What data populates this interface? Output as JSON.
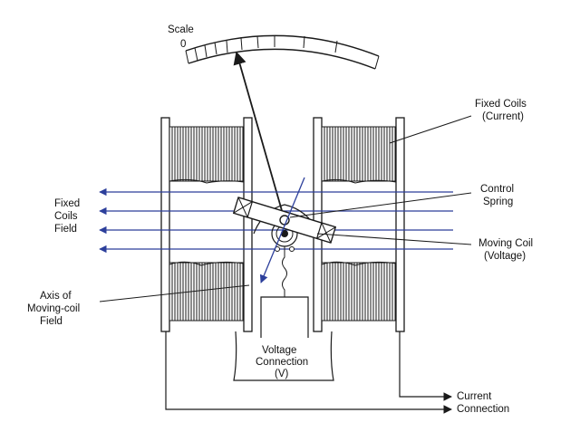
{
  "labels": {
    "scale": "Scale",
    "scale_zero": "0",
    "fixed_coils_current": [
      "Fixed Coils",
      "(Current)"
    ],
    "control_spring": [
      "Control",
      "Spring"
    ],
    "fixed_coils_field": [
      "Fixed",
      "Coils",
      "Field"
    ],
    "moving_coil_voltage": [
      "Moving Coil",
      "(Voltage)"
    ],
    "axis_moving_coil_field": [
      "Axis of",
      "Moving-coil",
      "Field"
    ],
    "voltage_connection": [
      "Voltage",
      "Connection",
      "(V)"
    ],
    "current_connection": [
      "Current",
      "Connection"
    ]
  },
  "colors": {
    "ink": "#1a1a1a",
    "field_lines": "#2c3f9b",
    "background": "#ffffff"
  }
}
